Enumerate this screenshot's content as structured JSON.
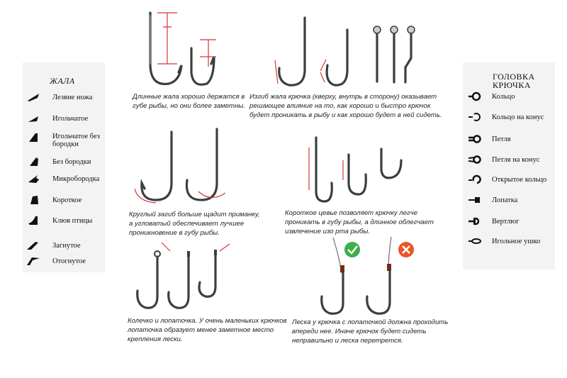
{
  "left_panel": {
    "title": "ЖАЛА",
    "items": [
      {
        "label": "Лезвие ножа",
        "icon": "knife-blade-point-icon"
      },
      {
        "label": "Игольчатое",
        "icon": "needle-point-icon"
      },
      {
        "label": "Игольчатое без бородки",
        "icon": "needle-barbless-point-icon"
      },
      {
        "label": "Без бородки",
        "icon": "barbless-point-icon"
      },
      {
        "label": "Микробородка",
        "icon": "micro-barb-point-icon"
      },
      {
        "label": "Короткое",
        "icon": "short-point-icon"
      },
      {
        "label": "Клюв птицы",
        "icon": "bird-beak-point-icon"
      },
      {
        "label": "Загнутое",
        "icon": "bent-in-point-icon"
      },
      {
        "label": "Отогнутое",
        "icon": "bent-out-point-icon"
      }
    ]
  },
  "right_panel": {
    "title": "ГОЛОВКА КРЮЧКА",
    "items": [
      {
        "label": "Кольцо",
        "icon": "ring-eye-icon"
      },
      {
        "label": "Кольцо на конус",
        "icon": "tapered-ring-eye-icon"
      },
      {
        "label": "Петля",
        "icon": "loop-eye-icon"
      },
      {
        "label": "Петля на конус",
        "icon": "tapered-loop-eye-icon"
      },
      {
        "label": "Открытое кольцо",
        "icon": "open-ring-eye-icon"
      },
      {
        "label": "Лопатка",
        "icon": "spade-end-icon"
      },
      {
        "label": "Вертлюг",
        "icon": "swivel-eye-icon"
      },
      {
        "label": "Игольное ушко",
        "icon": "needle-eye-icon"
      }
    ]
  },
  "captions": {
    "long_points": "Длинные жала хорошо держатся в губе рыбы, но они более заметны.",
    "point_bend": "Изгиб жала крючка (кверху, внутрь в сторону) оказывает решающее влияние на то, как хорошо и быстро крючок будет проникать в рыбу и как хорошо будет в ней сидеть.",
    "round_bend": "Круглый загиб больше щадит приманку, а угловатый обеспечивает лучшее проникновение в губу рыбы.",
    "shank_length": "Короткое цевье позволяет крючку легче проникать в губу рыбы, а длинное облегчает извлечение изо рта рыбы.",
    "eye_spade": "Колечко и лопаточка. У очень маленьких крючков лопаточка образует менее   заметное место крепления лески.",
    "line_position": "Леска у крючка с лопаточкой должна проходить впереди нее. Иначе крючок будет сидеть неправильно и леска перетрется."
  },
  "colors": {
    "panel_bg": "#f3f3f3",
    "hook_steel": "#3a3f40",
    "marker_red": "#d8343a",
    "ok_green": "#3db04a",
    "bad_orange": "#e8572a"
  },
  "status_marks": {
    "correct_icon": "check-mark-icon",
    "wrong_icon": "cross-mark-icon"
  }
}
